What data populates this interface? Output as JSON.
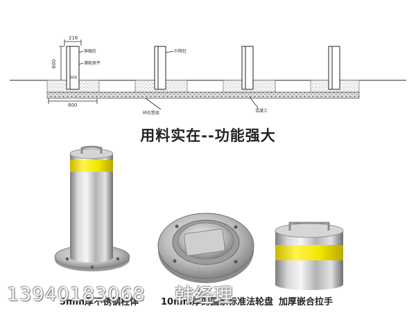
{
  "diagram": {
    "dim_width": "216",
    "dim_height": "600",
    "dim_depth": "300",
    "dim_base": "800",
    "label_telescopic": "伸缩柱",
    "label_storage": "储能原件",
    "label_lift": "升降柱",
    "label_gravel": "碎石垫层",
    "label_concrete": "混凝土"
  },
  "headline": "用料实在--功能强大",
  "products": {
    "bollard_caption": "5mm厚不锈钢柱体",
    "flange_caption": "10mm厚的国家标准法轮盘",
    "handle_caption": "加厚嵌合拉手"
  },
  "watermark": {
    "phone": "13940183068",
    "contact": "韩经理"
  },
  "colors": {
    "stripe": "#f2e600",
    "steel": "#c9c9c9"
  }
}
